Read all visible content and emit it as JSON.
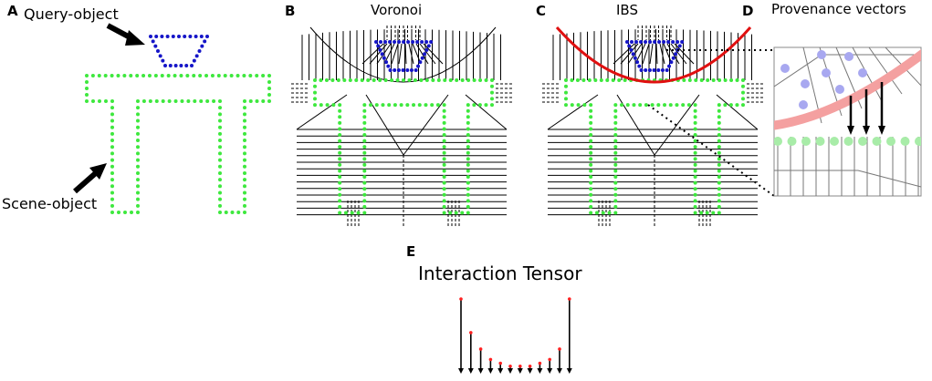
{
  "panels": {
    "a": {
      "letter": "A",
      "query_label": "Query-object",
      "scene_label": "Scene-object"
    },
    "b": {
      "letter": "B",
      "title": "Voronoi"
    },
    "c": {
      "letter": "C",
      "title": "IBS"
    },
    "d": {
      "letter": "D",
      "title": "Provenance vectors"
    },
    "e": {
      "letter": "E",
      "title": "Interaction Tensor"
    }
  },
  "colors": {
    "query_points": "#1515c8",
    "scene_points": "#3ee83e",
    "ibs_surface": "#e01010",
    "ibs_band_zoom": "#f4a0a0",
    "query_points_zoom": "#a8a8f0",
    "scene_points_zoom": "#a8eca8",
    "lines": "#000000",
    "zoom_lines": "#777777",
    "tensor_tip": "#ff2020"
  },
  "tensor_lengths_relative": [
    1.0,
    0.55,
    0.33,
    0.19,
    0.14,
    0.1,
    0.1,
    0.1,
    0.14,
    0.19,
    0.33,
    1.0
  ]
}
